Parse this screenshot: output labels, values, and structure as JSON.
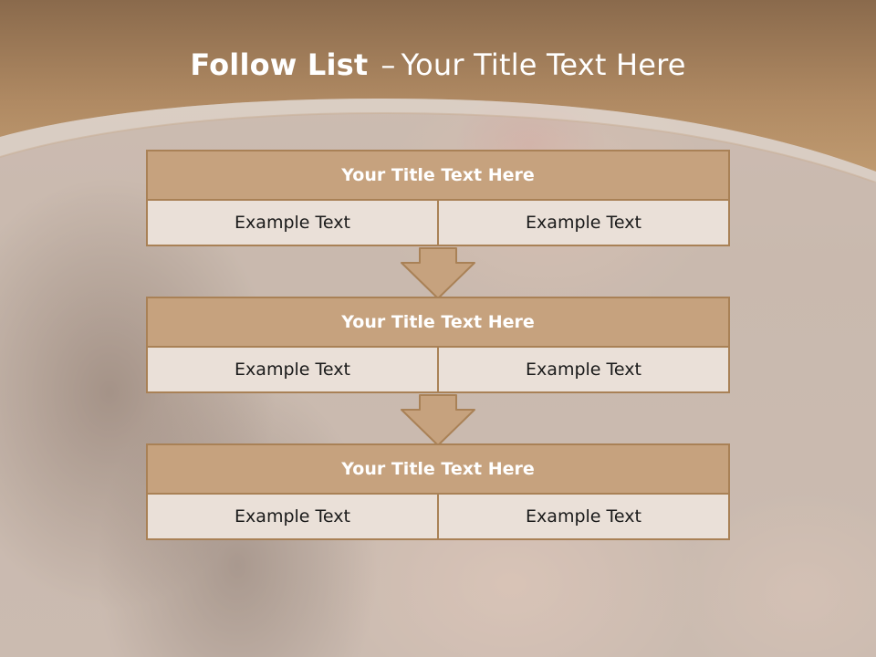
{
  "slide": {
    "title_bold": "Follow List",
    "title_separator": "–",
    "title_rest": "Your Title Text Here"
  },
  "blocks": [
    {
      "title": "Your Title Text Here",
      "cells": [
        "Example Text",
        "Example Text"
      ]
    },
    {
      "title": "Your Title Text Here",
      "cells": [
        "Example Text",
        "Example Text"
      ]
    },
    {
      "title": "Your Title Text Here",
      "cells": [
        "Example Text",
        "Example Text"
      ]
    }
  ],
  "colors": {
    "header_band": "#a8825d",
    "title_fill": "#c6a27e",
    "border": "#a98156",
    "cell_fill": "#eae0d8"
  }
}
